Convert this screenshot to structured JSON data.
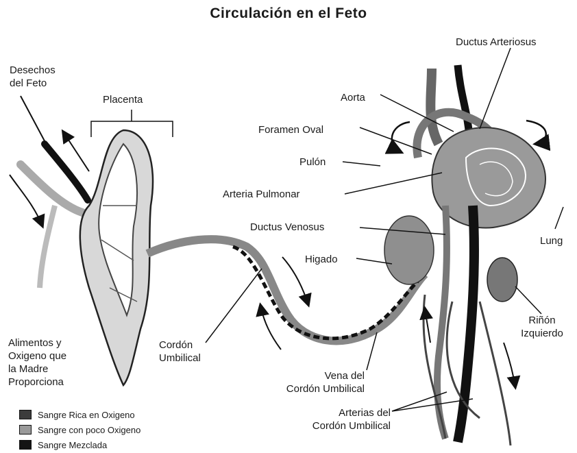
{
  "title": "Circulación en el Feto",
  "labels": {
    "desechos": "Desechos\ndel Feto",
    "placenta": "Placenta",
    "alimentos": "Alimentos y\nOxigeno que\nla Madre\nProporciona",
    "cordon": "Cordón\nUmbilical",
    "ductus_arteriosus": "Ductus Arteriosus",
    "aorta": "Aorta",
    "foramen": "Foramen Oval",
    "pulmon": "Pulón",
    "arteria_pulmonar": "Arteria Pulmonar",
    "ductus_venosus": "Ductus Venosus",
    "higado": "Higado",
    "lung": "Lung",
    "rinon": "Riñón\nIzquierdo",
    "vena": "Vena del\nCordón Umbilical",
    "arterias": "Arterias del\nCordón Umbilical"
  },
  "legend": [
    {
      "label": "Sangre Rica en Oxigeno",
      "color": "#3c3c3c"
    },
    {
      "label": "Sangre con poco Oxigeno",
      "color": "#9a9a9a"
    },
    {
      "label": "Sangre Mezclada",
      "color": "#141414"
    }
  ]
}
